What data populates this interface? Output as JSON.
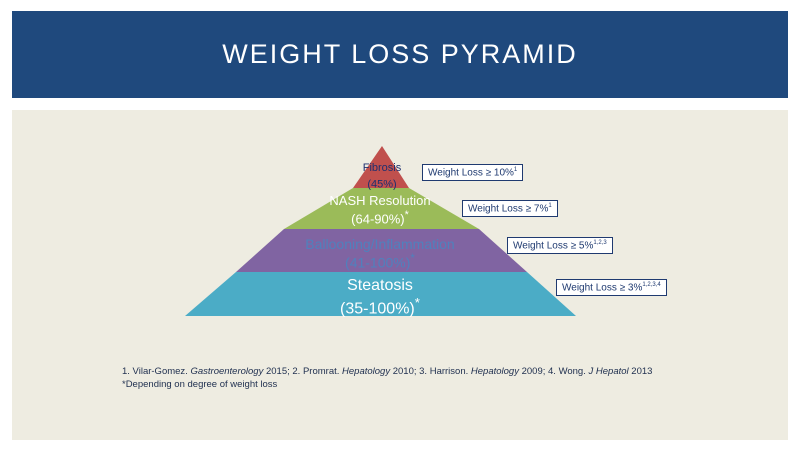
{
  "slide": {
    "title": "WEIGHT LOSS PYRAMID"
  },
  "pyramid": {
    "tiers": [
      {
        "label": "Fibrosis",
        "value": "(45%)",
        "asterisk": "",
        "color": "#c0504d",
        "text_color": "#1f2f6f"
      },
      {
        "label": "NASH Resolution",
        "value": "(64-90%)",
        "asterisk": "*",
        "color": "#9bbb59",
        "text_color": "#ffffff"
      },
      {
        "label": "Ballooning/Inflammation",
        "value": "(41-100%)",
        "asterisk": "*",
        "color": "#8064a2",
        "text_color": "#4f81bd"
      },
      {
        "label": "Steatosis",
        "value": "(35-100%)",
        "asterisk": "*",
        "color": "#4bacc6",
        "text_color": "#ffffff"
      }
    ],
    "weight_loss": [
      {
        "text": "Weight Loss ≥ 10%",
        "sup": "1"
      },
      {
        "text": "Weight Loss ≥ 7%",
        "sup": "1"
      },
      {
        "text": "Weight Loss ≥ 5%",
        "sup": "1,2,3"
      },
      {
        "text": "Weight Loss ≥ 3%",
        "sup": "1,2,3,4"
      }
    ]
  },
  "references": {
    "r1_a": "1. Vilar-Gomez. ",
    "r1_j": "Gastroenterology",
    "r1_b": " 2015; 2. Promrat. ",
    "r2_j": "Hepatology",
    "r2_b": " 2010; 3. Harrison. ",
    "r3_j": "Hepatology",
    "r3_b": " 2009; 4. Wong. ",
    "r4_j": "J Hepatol",
    "r4_b": " 2013",
    "note": "*Depending on degree of weight loss"
  }
}
